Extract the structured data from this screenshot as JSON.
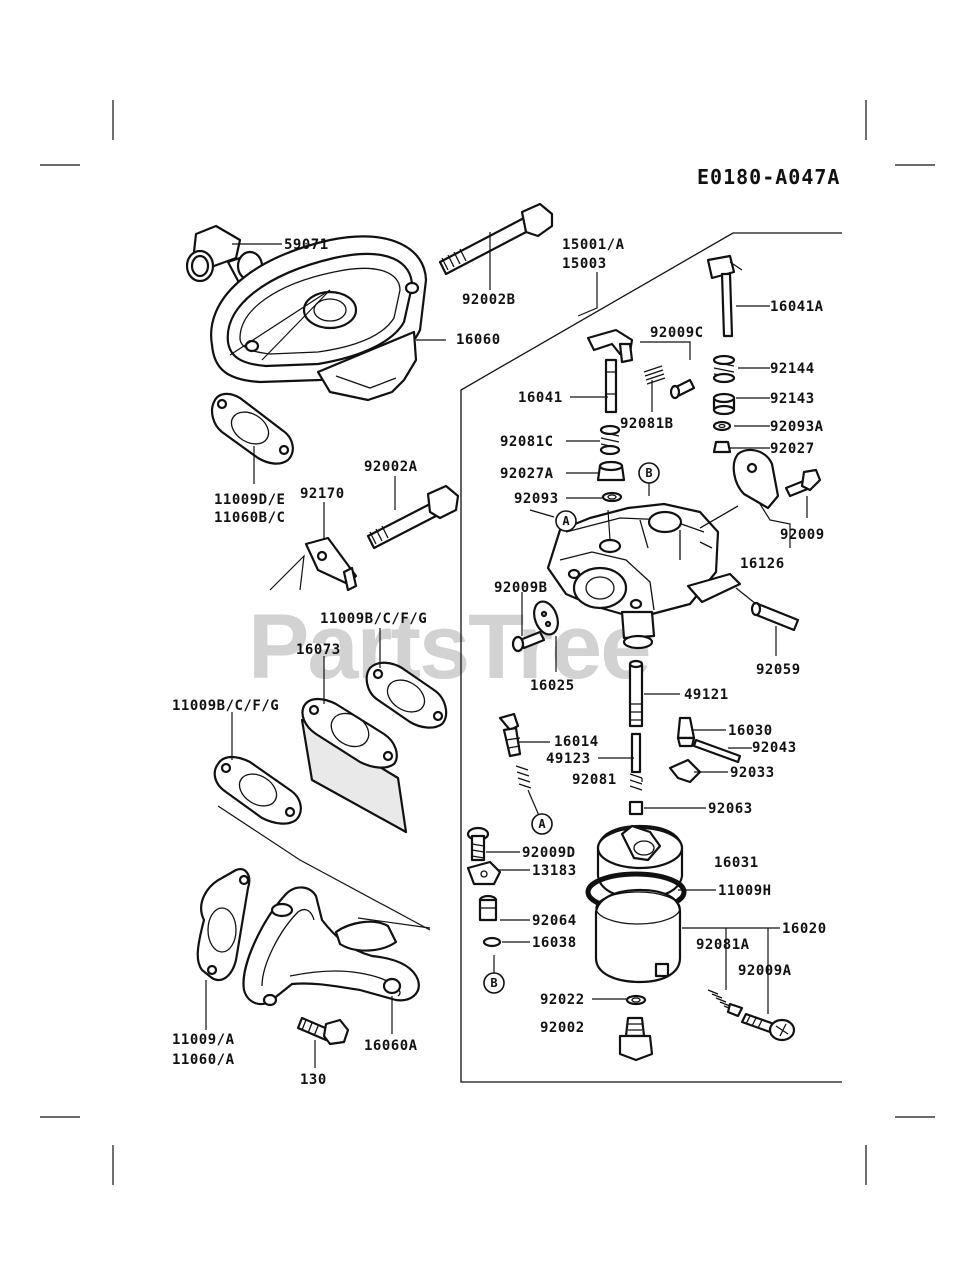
{
  "diagram_code": "E0180-A047A",
  "watermark": "PartsTree",
  "markers": {
    "a": "A",
    "b": "B"
  },
  "parts": {
    "p59071": "59071",
    "p92002B": "92002B",
    "p15001A": "15001/A",
    "p15003": "15003",
    "p16041A": "16041A",
    "p92009C": "92009C",
    "p16060": "16060",
    "p92144": "92144",
    "p16041": "16041",
    "p92143": "92143",
    "p92081B": "92081B",
    "p92093A": "92093A",
    "p92081C": "92081C",
    "p92027": "92027",
    "p92002A": "92002A",
    "p92027A": "92027A",
    "p11009DE": "11009D/E",
    "p92170": "92170",
    "p92093": "92093",
    "p11060BC": "11060B/C",
    "p92009": "92009",
    "p16126": "16126",
    "p92009B": "92009B",
    "p11009BCFG_1": "11009B/C/F/G",
    "p16073": "16073",
    "p92059": "92059",
    "p16025": "16025",
    "p11009BCFG_2": "11009B/C/F/G",
    "p49121": "49121",
    "p16030": "16030",
    "p16014": "16014",
    "p92043": "92043",
    "p49123": "49123",
    "p92081": "92081",
    "p92033": "92033",
    "p92063": "92063",
    "p92009D": "92009D",
    "p16031": "16031",
    "p13183": "13183",
    "p11009H": "11009H",
    "p92064": "92064",
    "p16020": "16020",
    "p16038": "16038",
    "p92081A": "92081A",
    "p92009A": "92009A",
    "p92022": "92022",
    "p92002": "92002",
    "p11009A": "11009/A",
    "p11060A": "11060/A",
    "p16060A": "16060A",
    "p130": "130"
  }
}
